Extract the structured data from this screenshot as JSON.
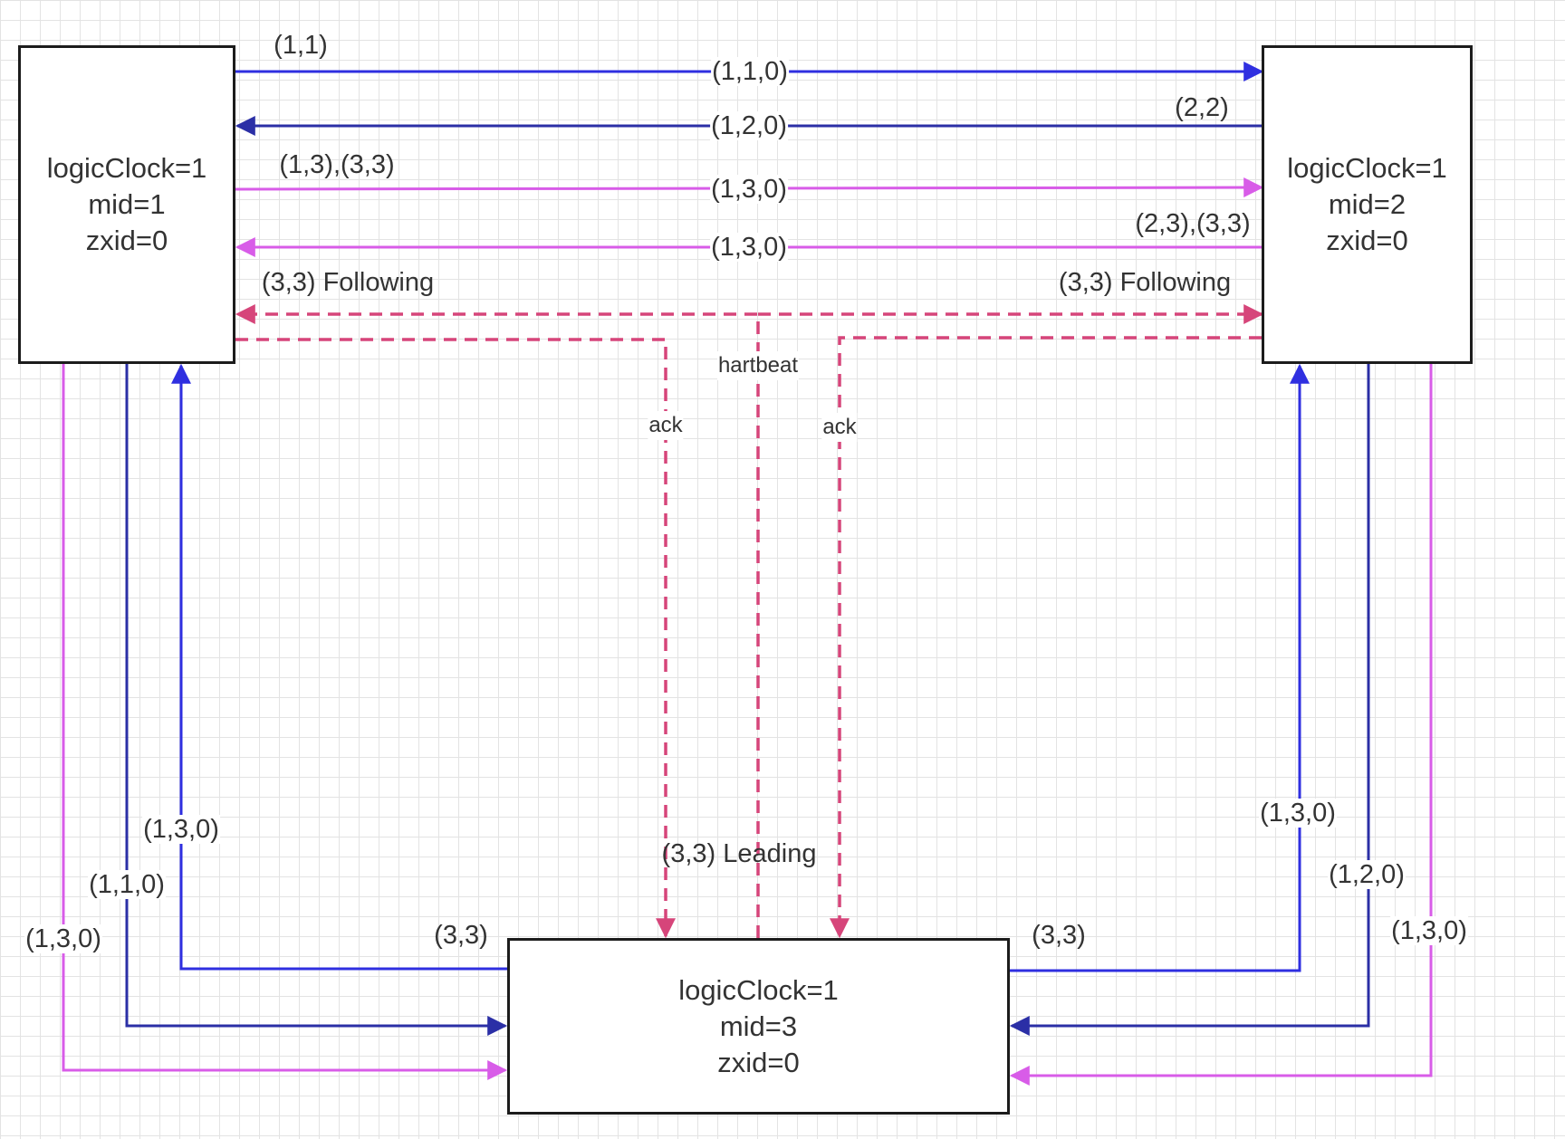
{
  "colors": {
    "blue": "#2f2fe0",
    "navy": "#2b2fa6",
    "violet": "#d85ce8",
    "crimson": "#d6457a",
    "node_border": "#1c1c1c",
    "text": "#333333"
  },
  "nodes": {
    "node1": {
      "logic_clock": "logicClock=1",
      "mid": "mid=1",
      "zxid": "zxid=0"
    },
    "node2": {
      "logic_clock": "logicClock=1",
      "mid": "mid=2",
      "zxid": "zxid=0"
    },
    "node3": {
      "logic_clock": "logicClock=1",
      "mid": "mid=3",
      "zxid": "zxid=0"
    }
  },
  "labels": {
    "vote_1_1": "(1,1)",
    "msg_1_1_0_top": "(1,1,0)",
    "vote_2_2": "(2,2)",
    "msg_1_2_0_top": "(1,2,0)",
    "votes_1_3_3_3": "(1,3),(3,3)",
    "msg_1_3_0_top_right": "(1,3,0)",
    "votes_2_3_3_3": "(2,3),(3,3)",
    "msg_1_3_0_top_left": "(1,3,0)",
    "following_left": "(3,3) Following",
    "following_right": "(3,3) Following",
    "heartbeat": "hartbeat",
    "ack_left": "ack",
    "ack_right": "ack",
    "leading": "(3,3) Leading",
    "msg_1_3_0_left_up": "(1,3,0)",
    "msg_1_1_0_left_down": "(1,1,0)",
    "msg_1_3_0_left_outer": "(1,3,0)",
    "vote_3_3_left": "(3,3)",
    "vote_3_3_right": "(3,3)",
    "msg_1_3_0_right_up": "(1,3,0)",
    "msg_1_2_0_right_down": "(1,2,0)",
    "msg_1_3_0_right_outer": "(1,3,0)"
  }
}
